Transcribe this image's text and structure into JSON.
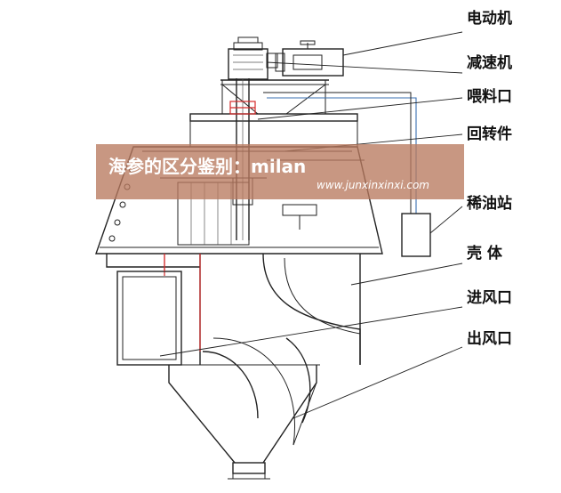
{
  "labels": {
    "motor": "电动机",
    "reducer": "减速机",
    "feed_port": "喂料口",
    "rotor": "回转件",
    "oil_station": "稀油站",
    "shell": "壳 体",
    "air_inlet": "进风口",
    "air_outlet": "出风口"
  },
  "watermark": {
    "text": "海参的区分鉴别：milan",
    "url": "www.junxinxinxi.com"
  },
  "colors": {
    "line": "#222222",
    "accent_red": "#d42a2a",
    "accent_blue": "#3a6fb0",
    "watermark_band": "#b87a5f"
  }
}
